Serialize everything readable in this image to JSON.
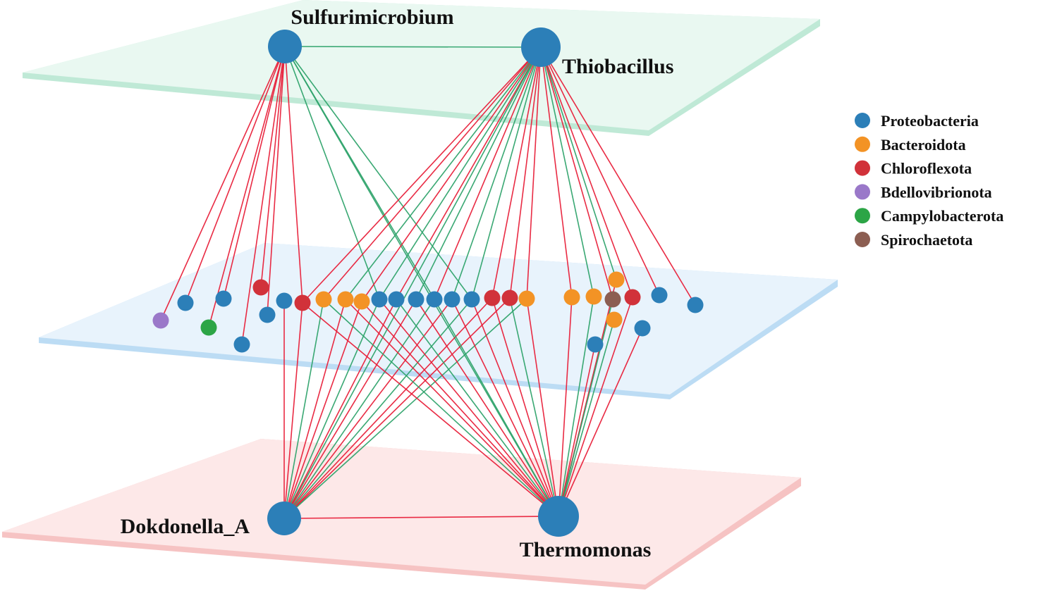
{
  "colors": {
    "positive_edge": "#e8203a",
    "negative_edge": "#2fa36b",
    "top_plane_fill": "#e9f8f1",
    "top_plane_edge": "#bfe9d6",
    "middle_plane_fill": "#e8f3fc",
    "middle_plane_edge": "#bcdcf4",
    "bottom_plane_fill": "#fde8e8",
    "bottom_plane_edge": "#f6c3c3"
  },
  "legend": [
    {
      "label": "Proteobacteria",
      "color": "#2c7fb8"
    },
    {
      "label": "Bacteroidota",
      "color": "#f39325"
    },
    {
      "label": "Chloroflexota",
      "color": "#d1323a"
    },
    {
      "label": "Bdellovibrionota",
      "color": "#9a78c9"
    },
    {
      "label": "Campylobacterota",
      "color": "#2ca546"
    },
    {
      "label": "Spirochaetota",
      "color": "#8c5e52"
    }
  ],
  "hubs": [
    {
      "id": "sulf",
      "label": "Sulfurimicrobium",
      "phylum": "Proteobacteria",
      "layer": "top"
    },
    {
      "id": "thio",
      "label": "Thiobacillus",
      "phylum": "Proteobacteria",
      "layer": "top"
    },
    {
      "id": "dok",
      "label": "Dokdonella_A",
      "phylum": "Proteobacteria",
      "layer": "bottom"
    },
    {
      "id": "therm",
      "label": "Thermomonas",
      "phylum": "Proteobacteria",
      "layer": "bottom"
    }
  ],
  "nodes": [
    {
      "id": "n1",
      "phylum": "Bdellovibrionota"
    },
    {
      "id": "n2",
      "phylum": "Proteobacteria"
    },
    {
      "id": "n3",
      "phylum": "Campylobacterota"
    },
    {
      "id": "n4",
      "phylum": "Proteobacteria"
    },
    {
      "id": "n5",
      "phylum": "Proteobacteria"
    },
    {
      "id": "n6",
      "phylum": "Chloroflexota"
    },
    {
      "id": "n7",
      "phylum": "Proteobacteria"
    },
    {
      "id": "n8",
      "phylum": "Proteobacteria"
    },
    {
      "id": "n9",
      "phylum": "Chloroflexota"
    },
    {
      "id": "n10",
      "phylum": "Bacteroidota"
    },
    {
      "id": "n11",
      "phylum": "Bacteroidota"
    },
    {
      "id": "n12",
      "phylum": "Bacteroidota"
    },
    {
      "id": "n13",
      "phylum": "Proteobacteria"
    },
    {
      "id": "n14",
      "phylum": "Proteobacteria"
    },
    {
      "id": "n15",
      "phylum": "Proteobacteria"
    },
    {
      "id": "n16",
      "phylum": "Proteobacteria"
    },
    {
      "id": "n17",
      "phylum": "Proteobacteria"
    },
    {
      "id": "n18",
      "phylum": "Proteobacteria"
    },
    {
      "id": "n19",
      "phylum": "Chloroflexota"
    },
    {
      "id": "n20",
      "phylum": "Chloroflexota"
    },
    {
      "id": "n21",
      "phylum": "Bacteroidota"
    },
    {
      "id": "n22",
      "phylum": "Bacteroidota"
    },
    {
      "id": "n23",
      "phylum": "Bacteroidota"
    },
    {
      "id": "n24",
      "phylum": "Bacteroidota"
    },
    {
      "id": "n25",
      "phylum": "Spirochaetota"
    },
    {
      "id": "n26",
      "phylum": "Bacteroidota"
    },
    {
      "id": "n27",
      "phylum": "Chloroflexota"
    },
    {
      "id": "n28",
      "phylum": "Proteobacteria"
    },
    {
      "id": "n29",
      "phylum": "Proteobacteria"
    },
    {
      "id": "n30",
      "phylum": "Proteobacteria"
    },
    {
      "id": "n31",
      "phylum": "Proteobacteria"
    }
  ],
  "edges": [
    {
      "from": "sulf",
      "to": "thio",
      "sign": "negative"
    },
    {
      "from": "dok",
      "to": "therm",
      "sign": "positive"
    },
    {
      "from": "sulf",
      "to": "n1",
      "sign": "positive"
    },
    {
      "from": "sulf",
      "to": "n2",
      "sign": "positive"
    },
    {
      "from": "sulf",
      "to": "n3",
      "sign": "positive"
    },
    {
      "from": "sulf",
      "to": "n4",
      "sign": "positive"
    },
    {
      "from": "sulf",
      "to": "n5",
      "sign": "positive"
    },
    {
      "from": "sulf",
      "to": "n6",
      "sign": "positive"
    },
    {
      "from": "sulf",
      "to": "n7",
      "sign": "positive"
    },
    {
      "from": "sulf",
      "to": "n9",
      "sign": "positive"
    },
    {
      "from": "sulf",
      "to": "n13",
      "sign": "negative"
    },
    {
      "from": "sulf",
      "to": "n16",
      "sign": "negative"
    },
    {
      "from": "sulf",
      "to": "n18",
      "sign": "negative"
    },
    {
      "from": "sulf",
      "to": "therm",
      "sign": "negative"
    },
    {
      "from": "thio",
      "to": "n9",
      "sign": "positive"
    },
    {
      "from": "thio",
      "to": "n10",
      "sign": "positive"
    },
    {
      "from": "thio",
      "to": "n11",
      "sign": "negative"
    },
    {
      "from": "thio",
      "to": "n12",
      "sign": "positive"
    },
    {
      "from": "thio",
      "to": "n13",
      "sign": "negative"
    },
    {
      "from": "thio",
      "to": "n14",
      "sign": "positive"
    },
    {
      "from": "thio",
      "to": "n15",
      "sign": "negative"
    },
    {
      "from": "thio",
      "to": "n16",
      "sign": "positive"
    },
    {
      "from": "thio",
      "to": "n17",
      "sign": "negative"
    },
    {
      "from": "thio",
      "to": "n18",
      "sign": "negative"
    },
    {
      "from": "thio",
      "to": "n19",
      "sign": "positive"
    },
    {
      "from": "thio",
      "to": "n20",
      "sign": "positive"
    },
    {
      "from": "thio",
      "to": "n21",
      "sign": "positive"
    },
    {
      "from": "thio",
      "to": "n22",
      "sign": "positive"
    },
    {
      "from": "thio",
      "to": "n23",
      "sign": "negative"
    },
    {
      "from": "thio",
      "to": "n24",
      "sign": "negative"
    },
    {
      "from": "thio",
      "to": "n25",
      "sign": "positive"
    },
    {
      "from": "thio",
      "to": "n27",
      "sign": "positive"
    },
    {
      "from": "thio",
      "to": "n28",
      "sign": "positive"
    },
    {
      "from": "thio",
      "to": "n29",
      "sign": "positive"
    },
    {
      "from": "thio",
      "to": "dok",
      "sign": "negative"
    },
    {
      "from": "dok",
      "to": "n8",
      "sign": "positive"
    },
    {
      "from": "dok",
      "to": "n9",
      "sign": "positive"
    },
    {
      "from": "dok",
      "to": "n10",
      "sign": "negative"
    },
    {
      "from": "dok",
      "to": "n11",
      "sign": "positive"
    },
    {
      "from": "dok",
      "to": "n12",
      "sign": "positive"
    },
    {
      "from": "dok",
      "to": "n13",
      "sign": "negative"
    },
    {
      "from": "dok",
      "to": "n14",
      "sign": "positive"
    },
    {
      "from": "dok",
      "to": "n15",
      "sign": "positive"
    },
    {
      "from": "dok",
      "to": "n16",
      "sign": "negative"
    },
    {
      "from": "dok",
      "to": "n17",
      "sign": "positive"
    },
    {
      "from": "dok",
      "to": "n18",
      "sign": "negative"
    },
    {
      "from": "dok",
      "to": "n19",
      "sign": "positive"
    },
    {
      "from": "dok",
      "to": "n20",
      "sign": "positive"
    },
    {
      "from": "dok",
      "to": "n21",
      "sign": "negative"
    },
    {
      "from": "therm",
      "to": "n9",
      "sign": "positive"
    },
    {
      "from": "therm",
      "to": "n10",
      "sign": "negative"
    },
    {
      "from": "therm",
      "to": "n11",
      "sign": "positive"
    },
    {
      "from": "therm",
      "to": "n12",
      "sign": "positive"
    },
    {
      "from": "therm",
      "to": "n13",
      "sign": "positive"
    },
    {
      "from": "therm",
      "to": "n14",
      "sign": "negative"
    },
    {
      "from": "therm",
      "to": "n15",
      "sign": "positive"
    },
    {
      "from": "therm",
      "to": "n16",
      "sign": "negative"
    },
    {
      "from": "therm",
      "to": "n17",
      "sign": "positive"
    },
    {
      "from": "therm",
      "to": "n18",
      "sign": "positive"
    },
    {
      "from": "therm",
      "to": "n19",
      "sign": "positive"
    },
    {
      "from": "therm",
      "to": "n20",
      "sign": "negative"
    },
    {
      "from": "therm",
      "to": "n21",
      "sign": "positive"
    },
    {
      "from": "therm",
      "to": "n22",
      "sign": "positive"
    },
    {
      "from": "therm",
      "to": "n23",
      "sign": "negative"
    },
    {
      "from": "therm",
      "to": "n24",
      "sign": "positive"
    },
    {
      "from": "therm",
      "to": "n25",
      "sign": "negative"
    },
    {
      "from": "therm",
      "to": "n26",
      "sign": "negative"
    },
    {
      "from": "therm",
      "to": "n27",
      "sign": "positive"
    },
    {
      "from": "therm",
      "to": "n30",
      "sign": "positive"
    },
    {
      "from": "therm",
      "to": "n31",
      "sign": "positive"
    }
  ]
}
